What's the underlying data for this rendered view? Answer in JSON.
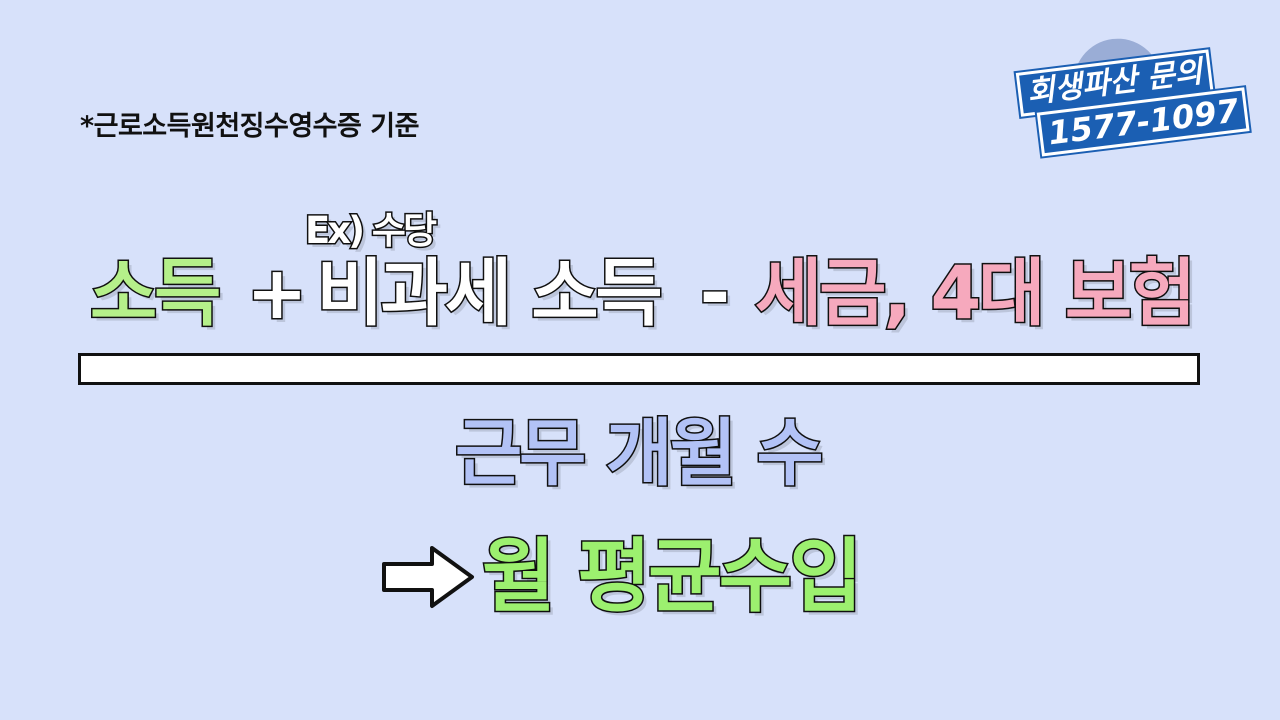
{
  "note": "*근로소득원천징수영수증 기준",
  "badge": {
    "line1": "회생파산 문의",
    "line2": "1577-1097"
  },
  "formula": {
    "example_label": "Ex) 수당",
    "income": "소득",
    "plus": "+",
    "nontaxable": "비과세 소득",
    "minus": "-",
    "deductions": "세금, 4대 보험"
  },
  "denominator": "근무 개월 수",
  "result": "월 평균수입",
  "colors": {
    "background": "#d7e1fa",
    "green": "#b5f08a",
    "pink": "#f6a9bd",
    "lavender": "#b2c2f6",
    "badge_blue": "#1b5fb3"
  }
}
